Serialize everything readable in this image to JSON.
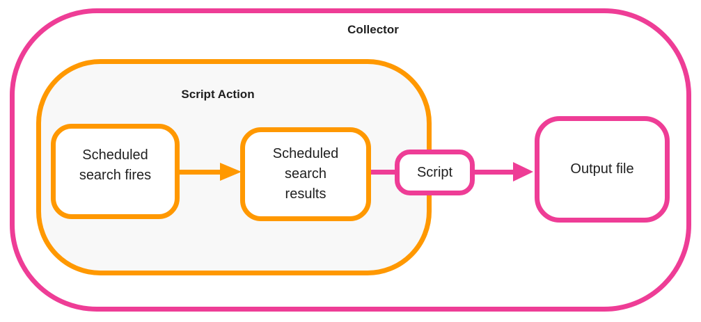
{
  "diagram": {
    "collector_label": "Collector",
    "script_action_label": "Script Action",
    "fires_label": "Scheduled\nsearch fires",
    "results_label": "Scheduled\nsearch\nresults",
    "script_label": "Script",
    "output_label": "Output file",
    "flow": [
      "Scheduled search fires",
      "Scheduled search results",
      "Script",
      "Output file"
    ]
  },
  "colors": {
    "pink": "#EE3D96",
    "orange": "#FF9800",
    "fill_gray": "#F8F8F8",
    "fill_white": "#FFFFFF",
    "text": "#1F1F1F"
  }
}
